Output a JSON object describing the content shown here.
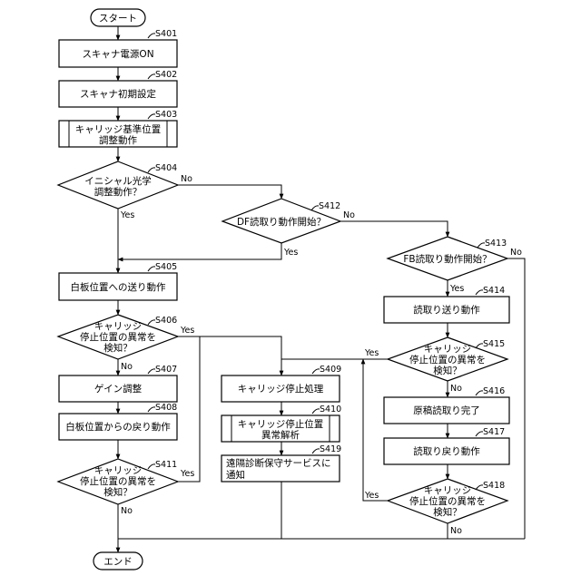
{
  "flowchart": {
    "start": "スタート",
    "end": "エンド",
    "yes": "Yes",
    "no": "No",
    "steps": {
      "s401": {
        "id": "S401",
        "lines": [
          "スキャナ電源ON"
        ]
      },
      "s402": {
        "id": "S402",
        "lines": [
          "スキャナ初期設定"
        ]
      },
      "s403": {
        "id": "S403",
        "lines": [
          "キャリッジ基準位置",
          "調整動作"
        ]
      },
      "s404": {
        "id": "S404",
        "lines": [
          "イニシャル光学",
          "調整動作？"
        ]
      },
      "s405": {
        "id": "S405",
        "lines": [
          "白板位置への送り動作"
        ]
      },
      "s406": {
        "id": "S406",
        "lines": [
          "キャリッジ",
          "停止位置の異常を",
          "検知？"
        ]
      },
      "s407": {
        "id": "S407",
        "lines": [
          "ゲイン調整"
        ]
      },
      "s408": {
        "id": "S408",
        "lines": [
          "白板位置からの戻り動作"
        ]
      },
      "s409": {
        "id": "S409",
        "lines": [
          "キャリッジ停止処理"
        ]
      },
      "s410": {
        "id": "S410",
        "lines": [
          "キャリッジ停止位置",
          "異常解析"
        ]
      },
      "s411": {
        "id": "S411",
        "lines": [
          "キャリッジ",
          "停止位置の異常を",
          "検知？"
        ]
      },
      "s412": {
        "id": "S412",
        "lines": [
          "DF読取り動作開始？"
        ]
      },
      "s413": {
        "id": "S413",
        "lines": [
          "FB読取り動作開始？"
        ]
      },
      "s414": {
        "id": "S414",
        "lines": [
          "読取り送り動作"
        ]
      },
      "s415": {
        "id": "S415",
        "lines": [
          "キャリッジ",
          "停止位置の異常を",
          "検知？"
        ]
      },
      "s416": {
        "id": "S416",
        "lines": [
          "原稿読取り完了"
        ]
      },
      "s417": {
        "id": "S417",
        "lines": [
          "読取り戻り動作"
        ]
      },
      "s418": {
        "id": "S418",
        "lines": [
          "キャリッジ",
          "停止位置の異常を",
          "検知？"
        ]
      },
      "s419": {
        "id": "S419",
        "lines": [
          "遠隔診断保守サービスに",
          "通知"
        ]
      }
    }
  }
}
